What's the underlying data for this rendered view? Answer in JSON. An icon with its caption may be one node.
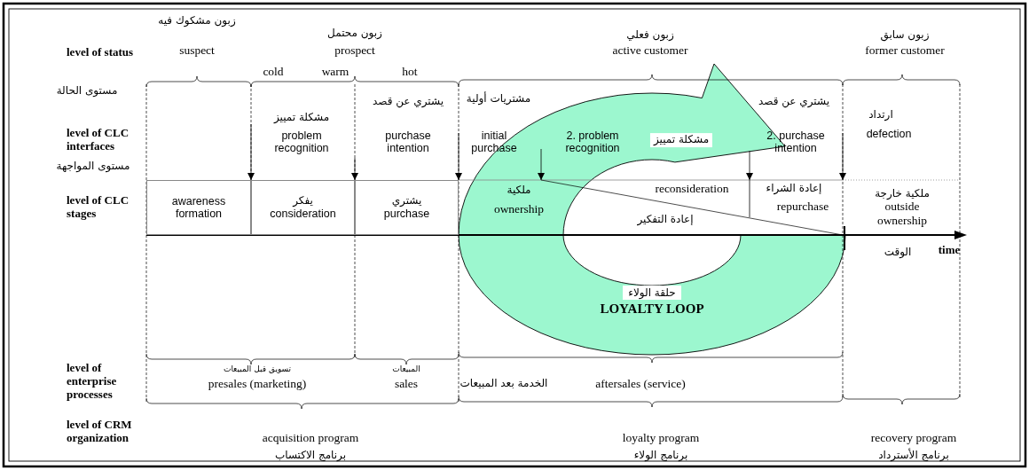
{
  "diagram": {
    "nodes": [
      {
        "text": [
          "awareness formation"
        ]
      },
      {
        "text": [
          "يفكر",
          "consideration"
        ]
      },
      {
        "text": [
          "يشتري",
          "purchase"
        ]
      },
      {
        "text": [
          "ملكية خارجة",
          "outside ownership"
        ]
      },
      {
        "text": [
          "حلقة الولاء",
          "LOYALTY LOOP"
        ]
      }
    ],
    "labels": [
      "level of status",
      "مستوى الحالة",
      "level of CLC interfaces",
      "مستوى المواجهة",
      "level of CLC stages",
      "level of enterprise processes",
      "level of CRM organization",
      "زبون مشكوك فيه",
      "suspect",
      "زبون محتمل",
      "prospect",
      "زبون فعلي",
      "active customer",
      "زبون سابق",
      "former customer",
      "cold",
      "warm",
      "hot",
      "مشكلة تمييز",
      "problem recognition",
      "يشتري عن قصد",
      "purchase intention",
      "مشتريات أولية",
      "initial purchase",
      "2. problem recognition",
      "مشكلة تمييز",
      "يشتري عن قصد",
      "2. purchase intention",
      "ارتداد",
      "defection",
      "ملكية",
      "ownership",
      "reconsideration",
      "إعادة التفكير",
      "إعادة الشراء",
      "repurchase",
      "time",
      "الوقت",
      "تسويق قبل المبيعات",
      "presales (marketing)",
      "المبيعات",
      "sales",
      "الخدمة بعد المبيعات",
      "aftersales (service)",
      "acquisition program",
      "برنامج الاكتساب",
      "loyalty program",
      "برنامج الولاء",
      "recovery program",
      "برنامج الأسترداد"
    ]
  }
}
